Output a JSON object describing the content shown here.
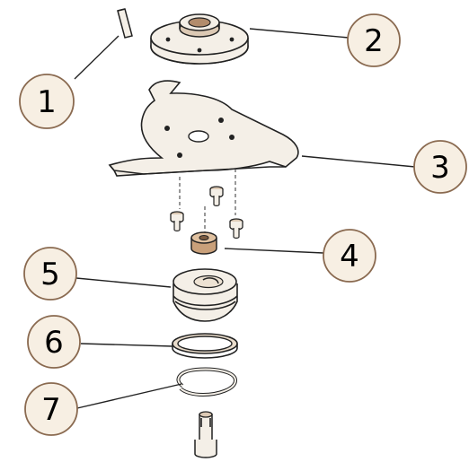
{
  "diagram": {
    "callouts": [
      {
        "number": "1"
      },
      {
        "number": "2"
      },
      {
        "number": "3"
      },
      {
        "number": "4"
      },
      {
        "number": "5"
      },
      {
        "number": "6"
      },
      {
        "number": "7"
      }
    ],
    "colors": {
      "circle_fill": "#f7efe3",
      "circle_stroke": "#8a6a50",
      "part_fill": "#f4efe7",
      "part_shade": "#dcc9b4",
      "line": "#222222"
    }
  }
}
